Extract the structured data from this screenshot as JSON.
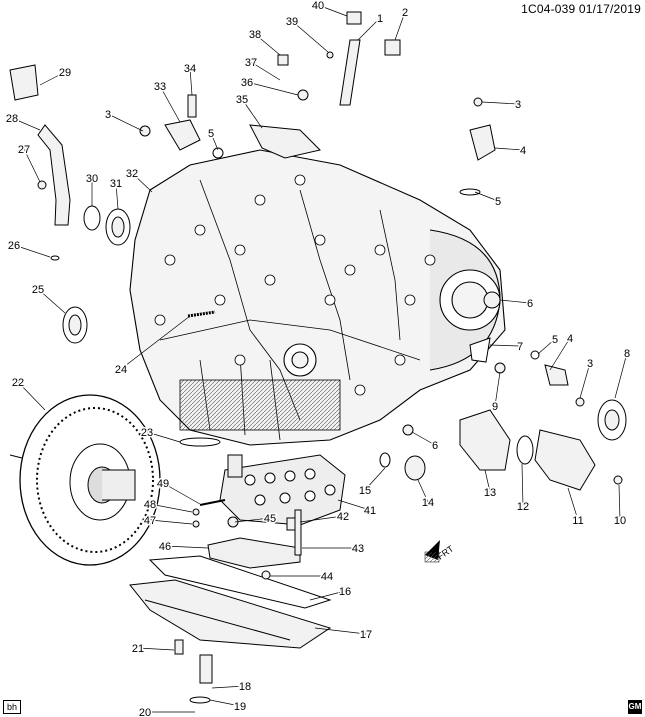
{
  "header": {
    "code_date": "1C04-039 01/17/2019"
  },
  "corner_left": "bh",
  "corner_right": "GM",
  "fwd_label": "FRT",
  "callouts": [
    "1",
    "2",
    "3",
    "3",
    "3",
    "4",
    "4",
    "5",
    "5",
    "5",
    "6",
    "6",
    "7",
    "8",
    "9",
    "10",
    "11",
    "12",
    "13",
    "14",
    "15",
    "16",
    "17",
    "18",
    "19",
    "20",
    "21",
    "22",
    "23",
    "24",
    "25",
    "26",
    "27",
    "28",
    "29",
    "30",
    "31",
    "32",
    "33",
    "34",
    "35",
    "36",
    "37",
    "38",
    "39",
    "40",
    "41",
    "42",
    "43",
    "44",
    "45",
    "46",
    "47",
    "48",
    "49"
  ]
}
